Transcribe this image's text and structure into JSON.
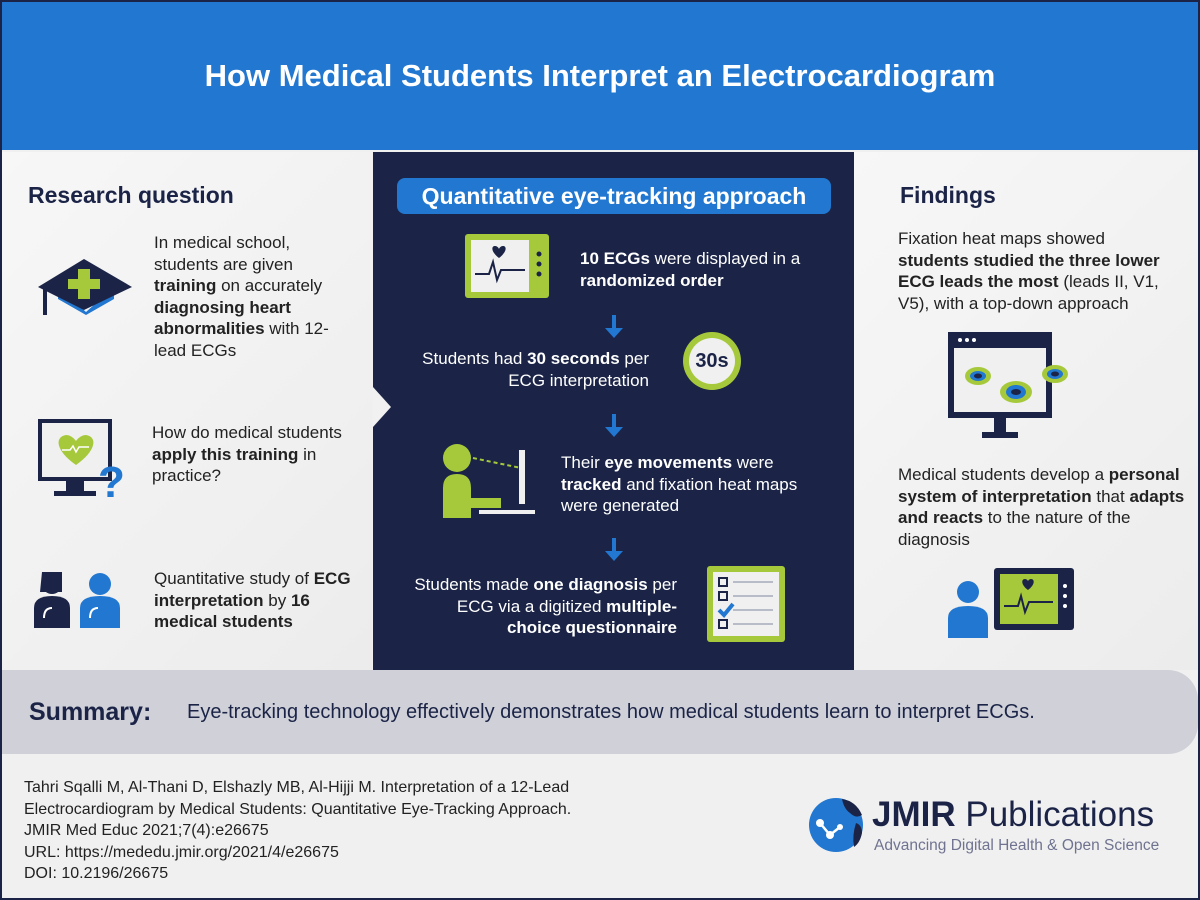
{
  "title": "How Medical Students Interpret an Electrocardiogram",
  "research": {
    "heading": "Research question",
    "items": [
      [
        {
          "t": "In medical school, students are given "
        },
        {
          "t": "training",
          "b": 1
        },
        {
          "t": " on accurately "
        },
        {
          "t": "diagnosing heart abnormalities",
          "b": 1
        },
        {
          "t": " with 12-lead ECGs"
        }
      ],
      [
        {
          "t": "How do medical students "
        },
        {
          "t": "apply this training",
          "b": 1
        },
        {
          "t": " in practice?"
        }
      ],
      [
        {
          "t": "Quantitative study of "
        },
        {
          "t": "ECG interpretation",
          "b": 1
        },
        {
          "t": " by "
        },
        {
          "t": "16 medical students",
          "b": 1
        }
      ]
    ]
  },
  "approach": {
    "heading": "Quantitative eye-tracking approach",
    "timer_label": "30s",
    "steps": [
      [
        {
          "t": "10 ECGs",
          "b": 1
        },
        {
          "t": " were displayed in a "
        },
        {
          "t": "randomized order",
          "b": 1
        }
      ],
      [
        {
          "t": "Students had "
        },
        {
          "t": "30 seconds",
          "b": 1
        },
        {
          "t": " per ECG interpretation"
        }
      ],
      [
        {
          "t": "Their "
        },
        {
          "t": "eye movements",
          "b": 1
        },
        {
          "t": " were "
        },
        {
          "t": "tracked",
          "b": 1
        },
        {
          "t": " and fixation heat maps were generated"
        }
      ],
      [
        {
          "t": "Students made "
        },
        {
          "t": "one diagnosis",
          "b": 1
        },
        {
          "t": " per ECG via a digitized "
        },
        {
          "t": "multiple-choice questionnaire",
          "b": 1
        }
      ]
    ]
  },
  "findings": {
    "heading": "Findings",
    "items": [
      [
        {
          "t": "Fixation heat maps showed "
        },
        {
          "t": "students studied the three lower ECG leads the most",
          "b": 1
        },
        {
          "t": " (leads II, V1, V5), with a top-down approach"
        }
      ],
      [
        {
          "t": "Medical students develop a "
        },
        {
          "t": "personal system of interpretation",
          "b": 1
        },
        {
          "t": " that "
        },
        {
          "t": "adapts and reacts",
          "b": 1
        },
        {
          "t": " to the nature of the diagnosis"
        }
      ]
    ]
  },
  "summary": {
    "label": "Summary:",
    "text": "Eye-tracking technology effectively demonstrates how medical students learn to interpret ECGs."
  },
  "citation": [
    "Tahri Sqalli M, Al-Thani D, Elshazly MB, Al-Hijji M. Interpretation of a 12-Lead",
    "Electrocardiogram by Medical Students: Quantitative Eye-Tracking Approach.",
    "JMIR Med Educ 2021;7(4):e26675",
    "URL: https://mededu.jmir.org/2021/4/e26675",
    "DOI: 10.2196/26675"
  ],
  "logo": {
    "name_bold": "JMIR",
    "name_rest": " Publications",
    "tagline": "Advancing Digital Health & Open Science"
  },
  "colors": {
    "navy": "#1b2447",
    "blue": "#2277d0",
    "green": "#a6c93b"
  }
}
